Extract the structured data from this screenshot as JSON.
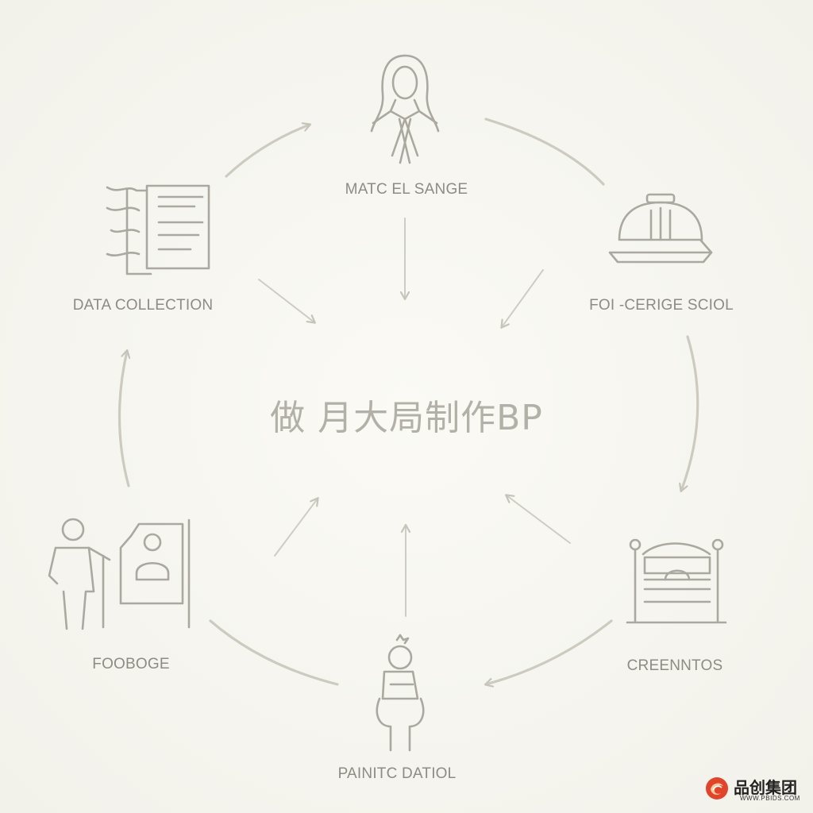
{
  "diagram": {
    "center_title": "做 月大局制作BP",
    "nodes": {
      "top": "MATC  EL SANGE",
      "right": "FOI -CERIGE SCIOL",
      "left": "DATA COLLECTION",
      "bottom_left": "FOOBOGE",
      "bottom_right": "CREENNTOS",
      "bottom": "PAINITC DATIOL"
    },
    "icons": {
      "top": "woman-figure-icon",
      "right": "dome-building-icon",
      "left": "document-lines-icon",
      "bottom_left": "person-with-frame-icon",
      "bottom_right": "cabinet-icon",
      "bottom": "seated-person-icon"
    },
    "colors": {
      "line": "#c9c6bc",
      "icon": "#a9a69d",
      "background": "#f7f6f0"
    }
  },
  "logo": {
    "name": "品创集团",
    "url": "WWW.PBIDS.COM",
    "accent": "#e0442a"
  }
}
